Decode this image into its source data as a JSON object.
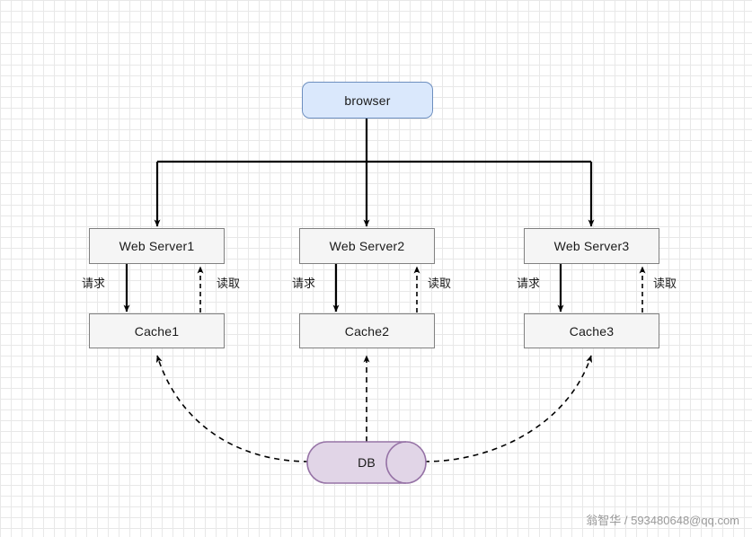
{
  "diagram": {
    "title_watermark": "翁智华 / 593480648@qq.com",
    "colors": {
      "browser_fill": "#dae8fc",
      "browser_stroke": "#6c8ebf",
      "box_fill": "#f5f5f5",
      "box_stroke": "#808080",
      "db_fill": "#e1d5e7",
      "db_stroke": "#9673a6",
      "edge_stroke": "#000000",
      "grid_minor": "#e8e8e8",
      "grid_major": "#c4c4c4",
      "watermark_text": "#9a9a9a"
    },
    "nodes": [
      {
        "id": "browser",
        "label": "browser",
        "shape": "rounded-rect"
      },
      {
        "id": "web_server_1",
        "label": "Web Server1",
        "shape": "rect"
      },
      {
        "id": "web_server_2",
        "label": "Web Server2",
        "shape": "rect"
      },
      {
        "id": "web_server_3",
        "label": "Web Server3",
        "shape": "rect"
      },
      {
        "id": "cache_1",
        "label": "Cache1",
        "shape": "rect"
      },
      {
        "id": "cache_2",
        "label": "Cache2",
        "shape": "rect"
      },
      {
        "id": "cache_3",
        "label": "Cache3",
        "shape": "rect"
      },
      {
        "id": "db",
        "label": "DB",
        "shape": "cylinder"
      }
    ],
    "edge_labels": {
      "request": "请求",
      "read": "读取"
    },
    "edges": [
      {
        "from": "browser",
        "to": "web_server_1",
        "style": "solid",
        "label": ""
      },
      {
        "from": "browser",
        "to": "web_server_2",
        "style": "solid",
        "label": ""
      },
      {
        "from": "browser",
        "to": "web_server_3",
        "style": "solid",
        "label": ""
      },
      {
        "from": "web_server_1",
        "to": "cache_1",
        "style": "solid",
        "label": "请求"
      },
      {
        "from": "cache_1",
        "to": "web_server_1",
        "style": "dashed",
        "label": "读取"
      },
      {
        "from": "web_server_2",
        "to": "cache_2",
        "style": "solid",
        "label": "请求"
      },
      {
        "from": "cache_2",
        "to": "web_server_2",
        "style": "dashed",
        "label": "读取"
      },
      {
        "from": "web_server_3",
        "to": "cache_3",
        "style": "solid",
        "label": "请求"
      },
      {
        "from": "cache_3",
        "to": "web_server_3",
        "style": "dashed",
        "label": "读取"
      },
      {
        "from": "db",
        "to": "cache_1",
        "style": "dashed",
        "label": ""
      },
      {
        "from": "db",
        "to": "cache_2",
        "style": "dashed",
        "label": ""
      },
      {
        "from": "db",
        "to": "cache_3",
        "style": "dashed",
        "label": ""
      }
    ]
  }
}
